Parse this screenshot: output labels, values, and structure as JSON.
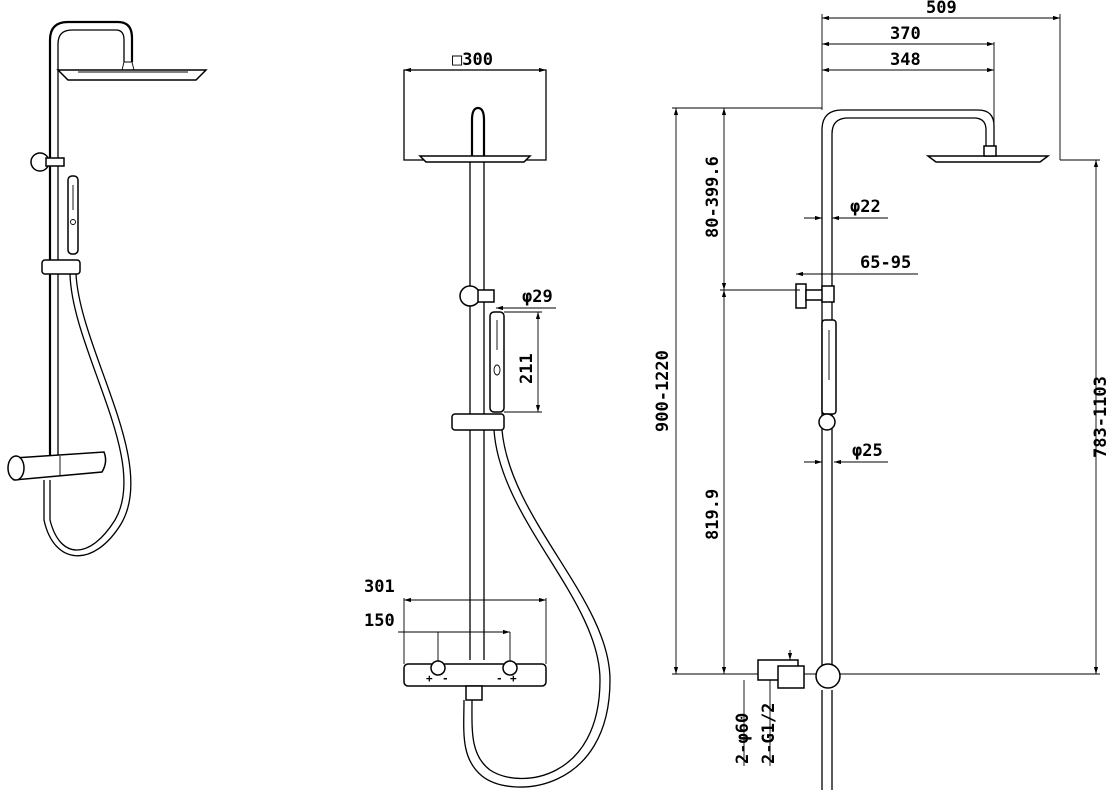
{
  "views": {
    "front": {
      "head_width": "□300",
      "hand_diameter": "φ29",
      "hand_length": "211",
      "body_width": "301",
      "inlet_distance": "150",
      "control_marks": [
        "+",
        "-",
        "-",
        "+"
      ]
    },
    "side": {
      "outer_width": "509",
      "arm_length": "370",
      "arm_reach": "348",
      "riser_diameter": "φ22",
      "holder_offset": "65-95",
      "pipe_diameter": "φ25",
      "total_height": "900-1220",
      "upper_range": "80-399.6",
      "holder_height": "819.9",
      "head_height": "783-1103",
      "inlet_diameter": "2-φ60",
      "inlet_thread": "2-G1/2"
    }
  }
}
